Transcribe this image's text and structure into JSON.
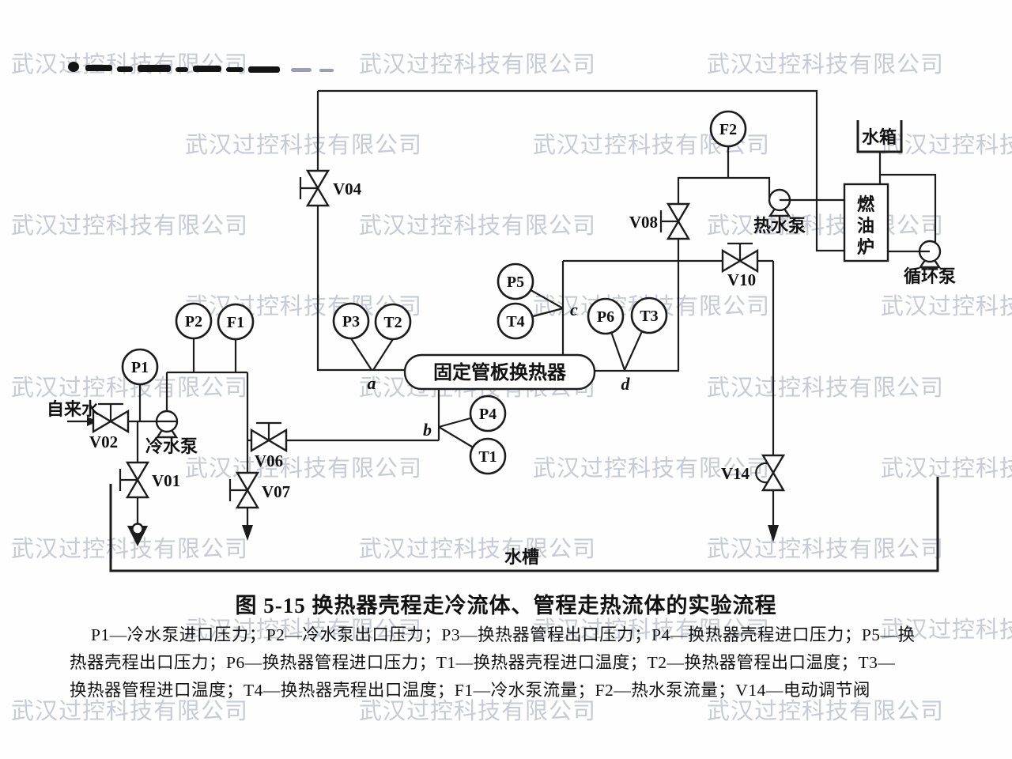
{
  "watermark": {
    "text": "武汉过控科技有限公司",
    "color": "#c7cad9"
  },
  "figure": {
    "caption": "图 5-15  换热器壳程走冷流体、管程走热流体的实验流程",
    "legend_line1": "P1—冷水泵进口压力；P2—冷水泵出口压力；P3—换热器管程出口压力；P4—换热器壳程进口压力；P5—换",
    "legend_line2": "热器壳程出口压力；P6—换热器管程进口压力；T1—换热器壳程进口温度；T2—换热器管程出口温度；T3—",
    "legend_line3": "换热器管程进口温度；T4—换热器壳程出口温度；F1—冷水泵流量；F2—热水泵流量；V14—电动调节阀"
  },
  "instruments": {
    "p1": "P1",
    "p2": "P2",
    "p3": "P3",
    "p4": "P4",
    "p5": "P5",
    "p6": "P6",
    "t1": "T1",
    "t2": "T2",
    "t3": "T3",
    "t4": "T4",
    "f1": "F1",
    "f2": "F2"
  },
  "valves": {
    "v01": "V01",
    "v02": "V02",
    "v04": "V04",
    "v06": "V06",
    "v07": "V07",
    "v08": "V08",
    "v10": "V10",
    "v14": "V14"
  },
  "equipment": {
    "tap_water": "自来水",
    "cold_pump": "冷水泵",
    "hot_pump": "热水泵",
    "circ_pump": "循环泵",
    "tank": "水箱",
    "furnace_char1": "燃",
    "furnace_char2": "油",
    "furnace_char3": "炉",
    "exchanger": "固定管板换热器",
    "trough": "水槽"
  },
  "points": {
    "a": "a",
    "b": "b",
    "c": "c",
    "d": "d"
  }
}
